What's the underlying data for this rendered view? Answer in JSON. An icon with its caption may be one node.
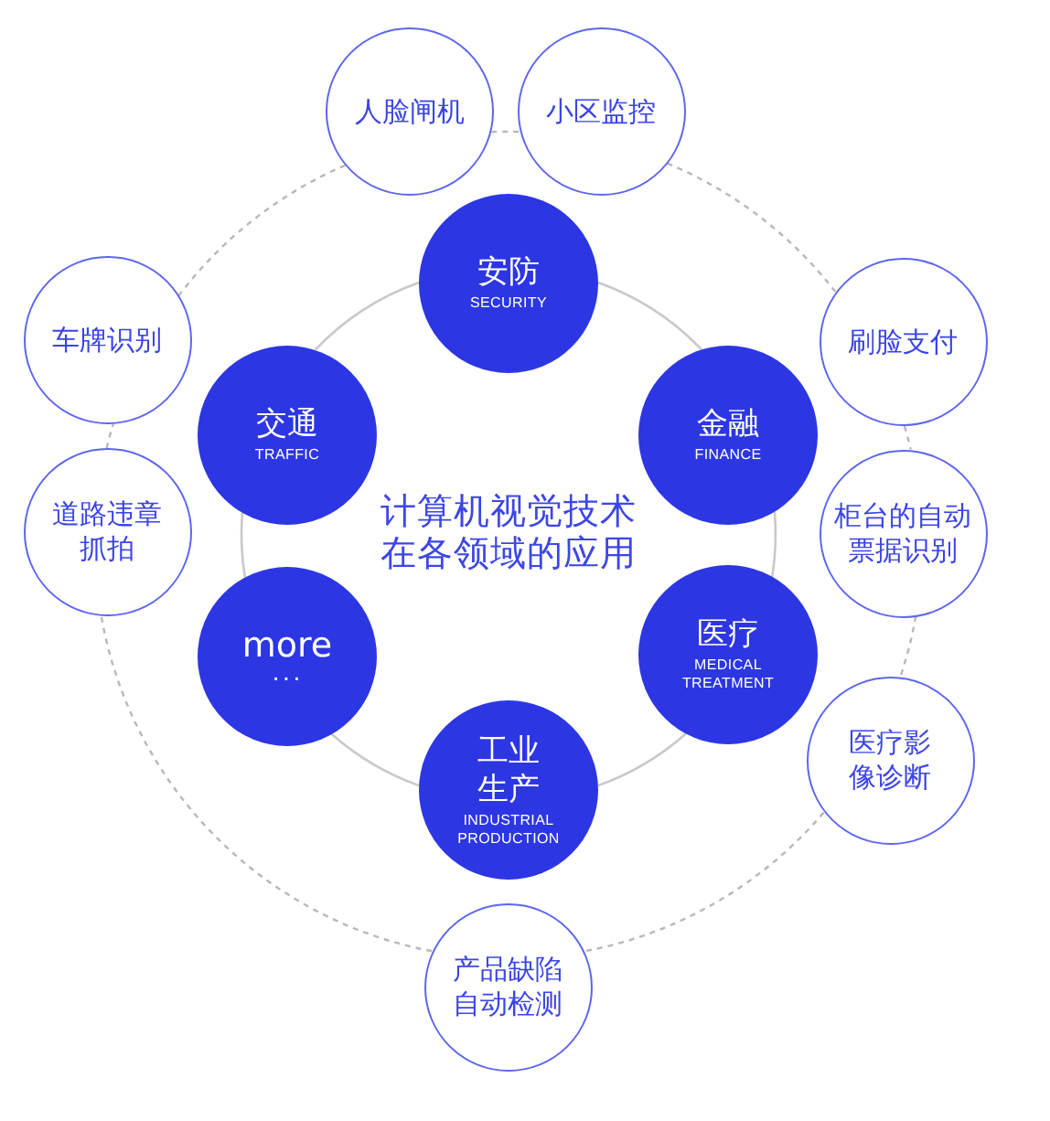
{
  "diagram": {
    "title": "计算机视觉技术在各领域的应用",
    "nodes": [
      {
        "text": [
          "安防",
          "SECURITY"
        ]
      },
      {
        "text": [
          "金融",
          "FINANCE"
        ]
      },
      {
        "text": [
          "医疗",
          "MEDICAL TREATMENT"
        ]
      },
      {
        "text": [
          "工业生产",
          "INDUSTRIAL PRODUCTION"
        ]
      },
      {
        "text": [
          "more",
          "···"
        ]
      },
      {
        "text": [
          "交通",
          "TRAFFIC"
        ]
      },
      {
        "text": [
          "人脸闸机"
        ]
      },
      {
        "text": [
          "小区监控"
        ]
      },
      {
        "text": [
          "刷脸支付"
        ]
      },
      {
        "text": [
          "柜台的自动票据识别"
        ]
      },
      {
        "text": [
          "医疗影像诊断"
        ]
      },
      {
        "text": [
          "产品缺陷自动检测"
        ]
      },
      {
        "text": [
          "道路违章抓拍"
        ]
      },
      {
        "text": [
          "车牌识别"
        ]
      }
    ],
    "edges": [
      {
        "from": 0,
        "to": 1,
        "arrow": "none"
      },
      {
        "from": 1,
        "to": 2,
        "arrow": "none"
      },
      {
        "from": 2,
        "to": 3,
        "arrow": "none"
      },
      {
        "from": 3,
        "to": 4,
        "arrow": "none"
      },
      {
        "from": 4,
        "to": 5,
        "arrow": "none"
      },
      {
        "from": 5,
        "to": 0,
        "arrow": "none"
      },
      {
        "from": 6,
        "to": 7,
        "arrow": "none",
        "style": "dashed"
      },
      {
        "from": 7,
        "to": 8,
        "arrow": "none",
        "style": "dashed"
      },
      {
        "from": 8,
        "to": 9,
        "arrow": "none",
        "style": "dashed"
      },
      {
        "from": 9,
        "to": 10,
        "arrow": "none",
        "style": "dashed"
      },
      {
        "from": 10,
        "to": 11,
        "arrow": "none",
        "style": "dashed"
      },
      {
        "from": 11,
        "to": 12,
        "arrow": "none",
        "style": "dashed"
      },
      {
        "from": 12,
        "to": 13,
        "arrow": "none",
        "style": "dashed"
      },
      {
        "from": 13,
        "to": 6,
        "arrow": "none",
        "style": "dashed"
      }
    ]
  }
}
